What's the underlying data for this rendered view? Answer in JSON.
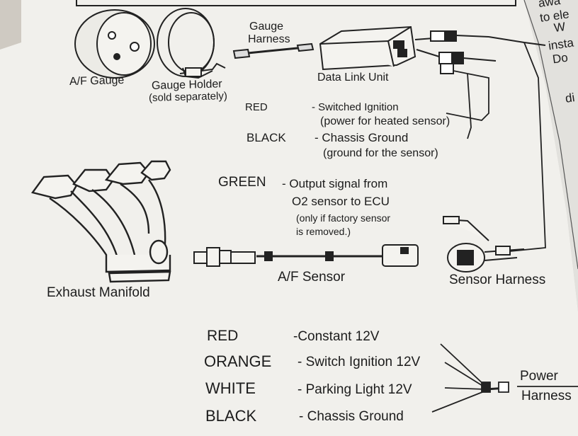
{
  "labels": {
    "gauge_harness_1": "Gauge",
    "gauge_harness_2": "Harness",
    "af_gauge": "A/F Gauge",
    "gauge_holder": "Gauge Holder",
    "gauge_holder_note": "(sold separately)",
    "data_link_unit": "Data Link Unit",
    "exhaust_manifold": "Exhaust Manifold",
    "af_sensor": "A/F Sensor",
    "sensor_harness": "Sensor Harness",
    "power_harness_1": "Power",
    "power_harness_2": "Harness"
  },
  "wires": {
    "red": {
      "color": "RED",
      "desc1": "- Switched Ignition",
      "desc2": "(power for heated sensor)"
    },
    "black": {
      "color": "BLACK",
      "desc1": "- Chassis Ground",
      "desc2": "(ground for the sensor)"
    },
    "green": {
      "color": "GREEN",
      "desc1": "- Output signal from",
      "desc2": "O2 sensor to ECU",
      "note1": "(only if factory sensor",
      "note2": "is removed.)"
    }
  },
  "power_wires": [
    {
      "color": "RED",
      "desc": "-Constant 12V"
    },
    {
      "color": "ORANGE",
      "desc": "- Switch Ignition 12V"
    },
    {
      "color": "WHITE",
      "desc": "- Parking Light 12V"
    },
    {
      "color": "BLACK",
      "desc": "- Chassis Ground"
    }
  ],
  "edge_text": [
    "awa",
    "to ele",
    "W",
    "insta",
    "Do",
    "di"
  ]
}
